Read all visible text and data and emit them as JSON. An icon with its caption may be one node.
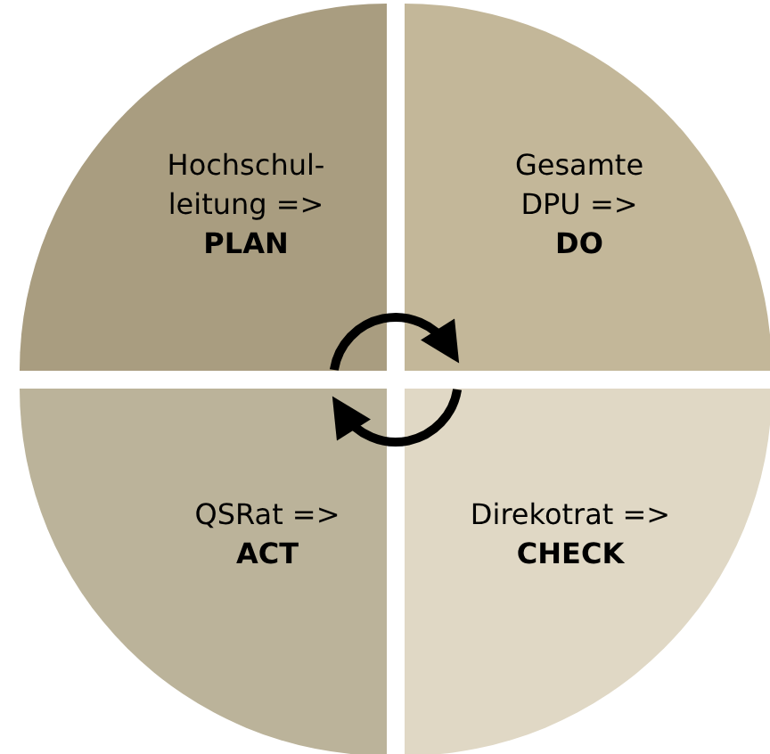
{
  "diagram": {
    "nodes": [
      {
        "text": [
          "Hochschul- leitung =>",
          "PLAN"
        ]
      },
      {
        "text": [
          "Gesamte DPU =>",
          "DO"
        ]
      },
      {
        "text": [
          "QSRat =>",
          "ACT"
        ]
      },
      {
        "text": [
          "Direkotrat =>",
          "CHECK"
        ]
      }
    ],
    "edges": [
      {
        "from": 0,
        "to": 1,
        "arrow": "to"
      },
      {
        "from": 3,
        "to": 2,
        "arrow": "to"
      }
    ]
  }
}
